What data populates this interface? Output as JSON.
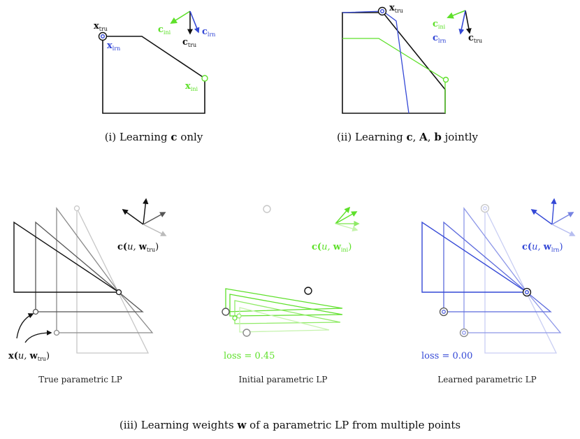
{
  "colors": {
    "true": "#111111",
    "initial": "#5ee02a",
    "learned": "#3448d6",
    "gray1": "#555555",
    "gray2": "#8a8a8a",
    "gray3": "#c7c7c7"
  },
  "panel_i": {
    "caption_prefix": "(i) Learning ",
    "caption_bold": "c",
    "caption_suffix": " only",
    "x_tru": {
      "base": "x",
      "sub": "tru"
    },
    "x_lrn": {
      "base": "x",
      "sub": "lrn"
    },
    "x_ini": {
      "base": "x",
      "sub": "ini"
    },
    "c_ini": {
      "base": "c",
      "sub": "ini"
    },
    "c_lrn": {
      "base": "c",
      "sub": "lrn"
    },
    "c_tru": {
      "base": "c",
      "sub": "tru"
    }
  },
  "panel_ii": {
    "caption_prefix": "(ii) Learning ",
    "caption_b1": "c",
    "caption_sep1": ", ",
    "caption_b2": "A",
    "caption_sep2": ", ",
    "caption_b3": "b",
    "caption_suffix": " jointly",
    "x_tru": {
      "base": "x",
      "sub": "tru"
    },
    "c_ini": {
      "base": "c",
      "sub": "ini"
    },
    "c_lrn": {
      "base": "c",
      "sub": "lrn"
    },
    "c_tru": {
      "base": "c",
      "sub": "tru"
    }
  },
  "panel_iii": {
    "true_caption": "True parametric LP",
    "initial_caption": "Initial parametric LP",
    "learned_caption": "Learned parametric LP",
    "c_true": {
      "prefix": "c(",
      "mid": "u, ",
      "w": "w",
      "sub": "tru",
      "suffix": ")"
    },
    "c_ini": {
      "prefix": "c(",
      "mid": "u, ",
      "w": "w",
      "sub": "ini",
      "suffix": ")"
    },
    "c_lrn": {
      "prefix": "c(",
      "mid": "u, ",
      "w": "w",
      "sub": "lrn",
      "suffix": ")"
    },
    "x_true": {
      "prefix": "x(",
      "mid": "u, ",
      "w": "w",
      "sub": "tru",
      "suffix": ")"
    },
    "loss_initial": "loss = 0.45",
    "loss_learned": "loss = 0.00"
  },
  "figure_caption": {
    "prefix": "(iii) Learning weights ",
    "bold": "w",
    "suffix": " of a parametric LP from multiple points"
  }
}
